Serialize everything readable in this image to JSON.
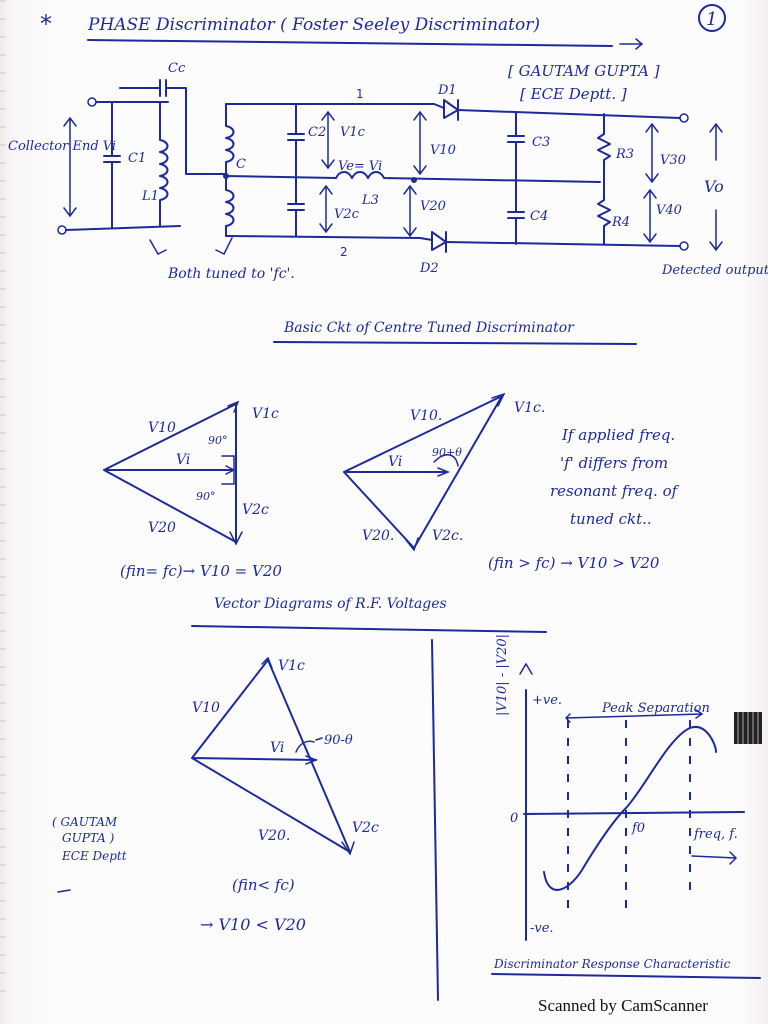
{
  "page_number": "1",
  "heading": {
    "star": "*",
    "title": "PHASE Discriminator ( Foster Seeley Discriminator)",
    "author_line1": "[ GAUTAM GUPTA ]",
    "author_line2": "[ ECE Deptt. ]"
  },
  "circuit": {
    "collector_label": "Collector End Vi",
    "labels": {
      "cc": "Cc",
      "c1": "C1",
      "l1": "L1",
      "c": "C",
      "c2": "C2",
      "v1c": "V1c",
      "v10": "V10",
      "ve_vi": "Ve= Vi",
      "l3": "L3",
      "v2c": "V2c",
      "v20": "V20",
      "node1": "1",
      "node2": "2",
      "d1": "D1",
      "d2": "D2",
      "c3": "C3",
      "c4": "C4",
      "r3": "R3",
      "r4": "R4",
      "v30": "V30",
      "v40": "V40",
      "vo": "Vo"
    },
    "both_tuned": "Both tuned to 'fc'.",
    "detected_output": "Detected output Voltage.",
    "caption": "Basic Ckt of Centre Tuned Discriminator"
  },
  "vector_diagrams": {
    "diag1": {
      "v10": "V10",
      "v1c": "V1c",
      "vi": "Vi",
      "angle_top": "90°",
      "angle_bottom": "90°",
      "v2c": "V2c",
      "v20": "V20",
      "condition": "(fin= fc)→ V10 = V20"
    },
    "diag2": {
      "v10": "V10.",
      "v1c": "V1c.",
      "vi": "Vi",
      "angle": "90+θ",
      "v2c": "V2c.",
      "v20": "V20.",
      "condition": "(fin > fc) → V10 > V20"
    },
    "note": "If applied freq. 'f' differs from resonant freq. of tuned ckt..",
    "caption": "Vector Diagrams of R.F. Voltages",
    "diag3": {
      "v1c": "V1c",
      "v10": "V10",
      "vi": "Vi",
      "angle": "90-θ",
      "v20": "V20.",
      "v2c": "V2c",
      "condition": "(fin< fc)",
      "result": "→ V10 < V20"
    },
    "author_stamp": [
      "( GAUTAM",
      "GUPTA )",
      "ECE Deptt"
    ]
  },
  "response_chart": {
    "y_axis_label": "|V10| - |V20|",
    "plus_label": "+ve.",
    "minus_label": "-ve.",
    "zero_label": "0",
    "f0_label": "f0",
    "x_axis_label": "freq, f.",
    "peak_label": "Peak Separation",
    "caption": "Discriminator Response Characteristic"
  },
  "chart_data": {
    "type": "line",
    "title": "Discriminator Response Characteristic",
    "xlabel": "freq, f.",
    "ylabel": "|V10| - |V20|",
    "x_markers": [
      "f0"
    ],
    "y_markers": [
      "+ve.",
      "0",
      "-ve."
    ],
    "annotations": [
      "Peak Separation"
    ],
    "grid": false
  },
  "footer": "Scanned by CamScanner",
  "colors": {
    "ink": "#1d2a9a",
    "paper": "#fdfcfd"
  }
}
